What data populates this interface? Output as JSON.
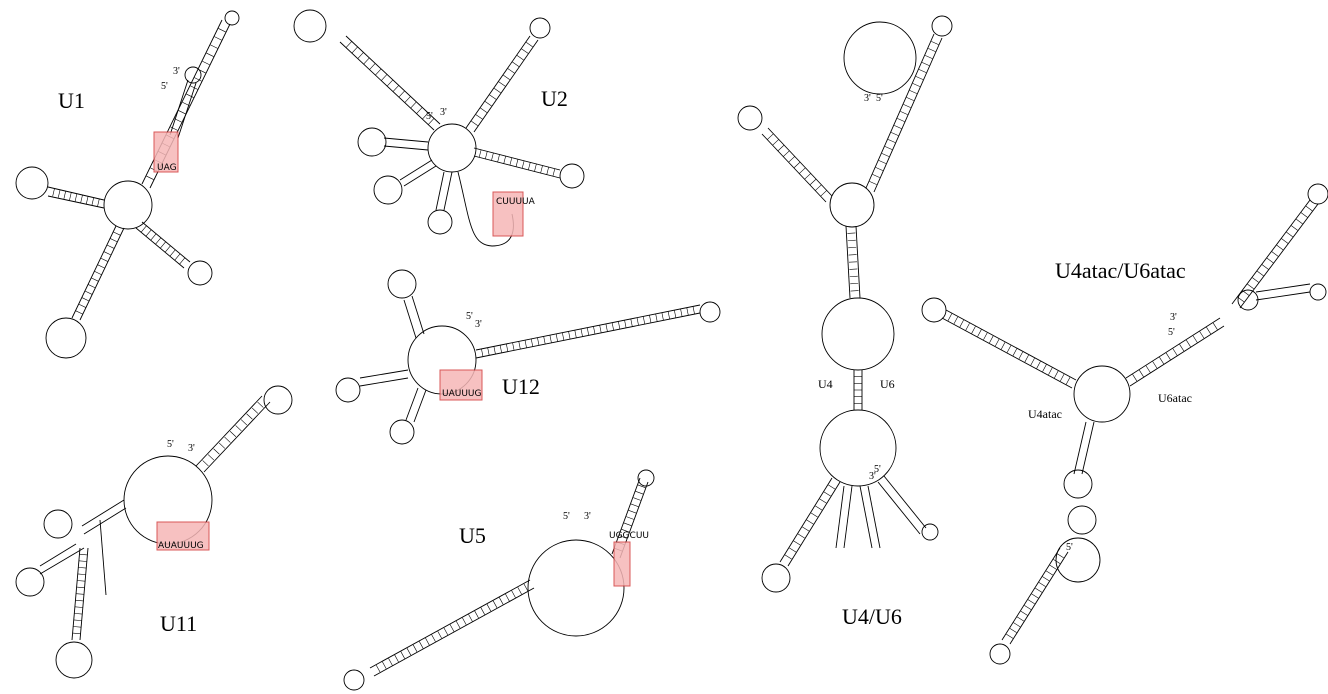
{
  "panels": [
    {
      "id": "u1",
      "label": "U1"
    },
    {
      "id": "u2",
      "label": "U2"
    },
    {
      "id": "u12",
      "label": "U12"
    },
    {
      "id": "u11",
      "label": "U11"
    },
    {
      "id": "u5",
      "label": "U5"
    },
    {
      "id": "u4u6",
      "label": "U4/U6",
      "sub_left": "U4",
      "sub_right": "U6"
    },
    {
      "id": "u4atac",
      "label": "U4atac/U6atac",
      "sub_left": "U4atac",
      "sub_right": "U6atac"
    }
  ],
  "ends": {
    "five": "5'",
    "three": "3'"
  },
  "highlights": [
    {
      "panel": "u1",
      "seq": "UAG"
    },
    {
      "panel": "u2",
      "seq": "CUUUUA"
    },
    {
      "panel": "u12",
      "seq": "UAUUUG"
    },
    {
      "panel": "u11",
      "seq": "AUAUUUG"
    },
    {
      "panel": "u5",
      "seq": "UGGCUU"
    }
  ],
  "colors": {
    "highlight_fill": "#f6b7b7",
    "highlight_stroke": "#d23b3b",
    "line": "#000000"
  }
}
